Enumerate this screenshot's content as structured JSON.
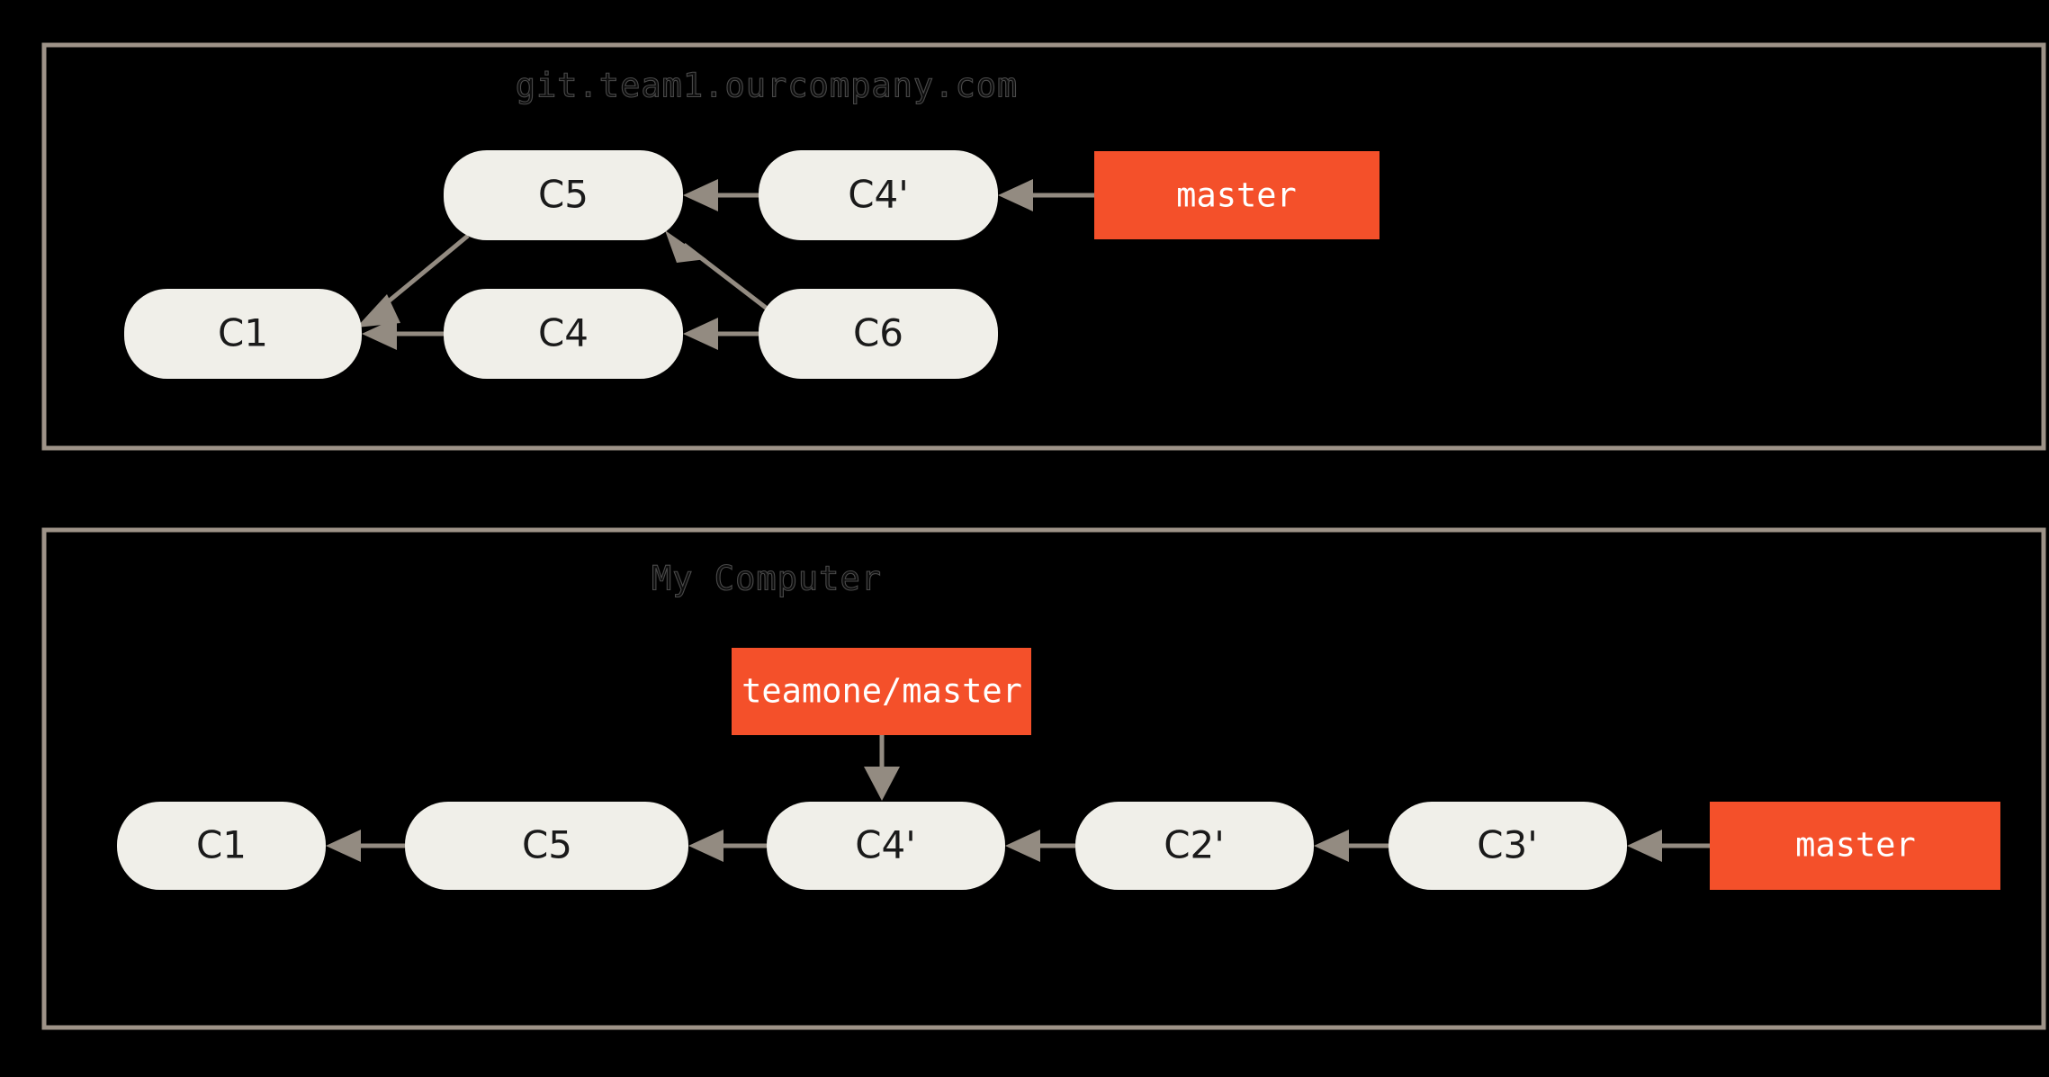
{
  "diagram": {
    "title_top": "git.team1.ourcompany.com",
    "title_bottom": "My Computer",
    "background_color": "#000000",
    "panel_border_color": "#9e9388",
    "commit_fill_color": "#f0efe9",
    "commit_text_color": "#1a1a1a",
    "branch_fill_color": "#f4502a",
    "branch_text_color": "#ffffff",
    "edge_color": "#938b81"
  },
  "panels": [
    {
      "name": "remote-repository-panel",
      "title": "git.team1.ourcompany.com",
      "commits": [
        {
          "id": "top-c5",
          "label": "C5"
        },
        {
          "id": "top-c4p",
          "label": "C4'"
        },
        {
          "id": "top-c1",
          "label": "C1"
        },
        {
          "id": "top-c4",
          "label": "C4"
        },
        {
          "id": "top-c6",
          "label": "C6"
        }
      ],
      "branches": [
        {
          "id": "top-master",
          "label": "master",
          "points_to": "C4'"
        }
      ],
      "edges": [
        {
          "from": "C4'",
          "to": "C5"
        },
        {
          "from": "C5",
          "to": "C1"
        },
        {
          "from": "C6",
          "to": "C5"
        },
        {
          "from": "C6",
          "to": "C4"
        },
        {
          "from": "C4",
          "to": "C1"
        },
        {
          "from": "master",
          "to": "C4'"
        }
      ]
    },
    {
      "name": "local-repository-panel",
      "title": "My Computer",
      "commits": [
        {
          "id": "bot-c1",
          "label": "C1"
        },
        {
          "id": "bot-c5",
          "label": "C5"
        },
        {
          "id": "bot-c4p",
          "label": "C4'"
        },
        {
          "id": "bot-c2p",
          "label": "C2'"
        },
        {
          "id": "bot-c3p",
          "label": "C3'"
        }
      ],
      "branches": [
        {
          "id": "bot-teamone-master",
          "label": "teamone/master",
          "points_to": "C4'"
        },
        {
          "id": "bot-master",
          "label": "master",
          "points_to": "C3'"
        }
      ],
      "edges": [
        {
          "from": "C5",
          "to": "C1"
        },
        {
          "from": "C4'",
          "to": "C5"
        },
        {
          "from": "C2'",
          "to": "C4'"
        },
        {
          "from": "C3'",
          "to": "C2'"
        },
        {
          "from": "master",
          "to": "C3'"
        },
        {
          "from": "teamone/master",
          "to": "C4'"
        }
      ]
    }
  ]
}
